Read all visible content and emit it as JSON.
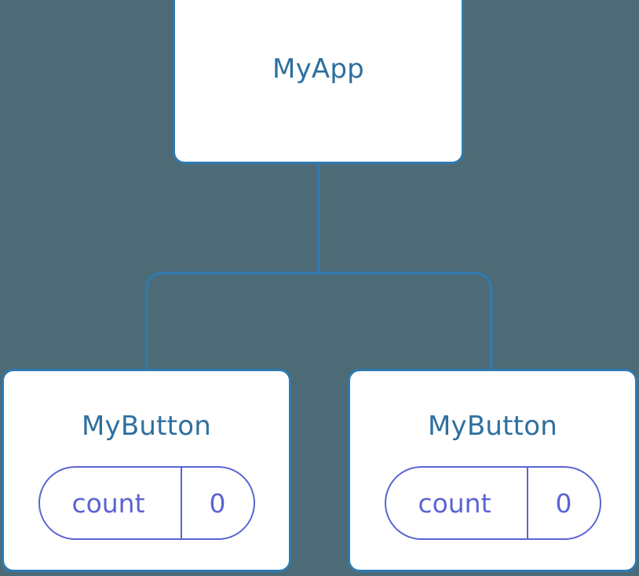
{
  "diagram": {
    "type": "component-tree",
    "background_color": "#4d6b76",
    "node_border_color": "#2e7ab0",
    "node_fill_color": "#ffffff",
    "node_title_color": "#2e6f9e",
    "pill_color": "#5b63d3",
    "connector_color": "#2e7ab0",
    "root": {
      "title": "MyApp"
    },
    "children": [
      {
        "title": "MyButton",
        "state": {
          "key": "count",
          "value": "0"
        }
      },
      {
        "title": "MyButton",
        "state": {
          "key": "count",
          "value": "0"
        }
      }
    ]
  }
}
